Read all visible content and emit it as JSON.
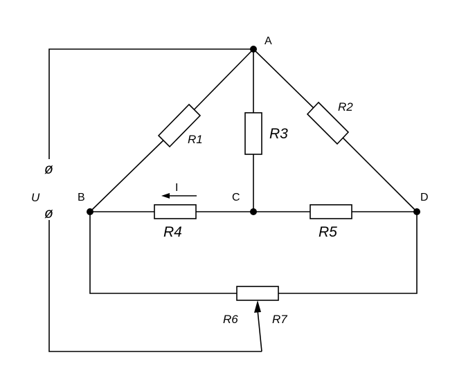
{
  "nodes": {
    "a": "A",
    "b": "B",
    "c": "C",
    "d": "D"
  },
  "resistors": {
    "r1": "R1",
    "r2": "R2",
    "r3": "R3",
    "r4": "R4",
    "r5": "R5",
    "r6": "R6",
    "r7": "R7"
  },
  "source": {
    "voltage": "U",
    "terminal_symbol": "ø"
  },
  "current": {
    "label": "I"
  }
}
